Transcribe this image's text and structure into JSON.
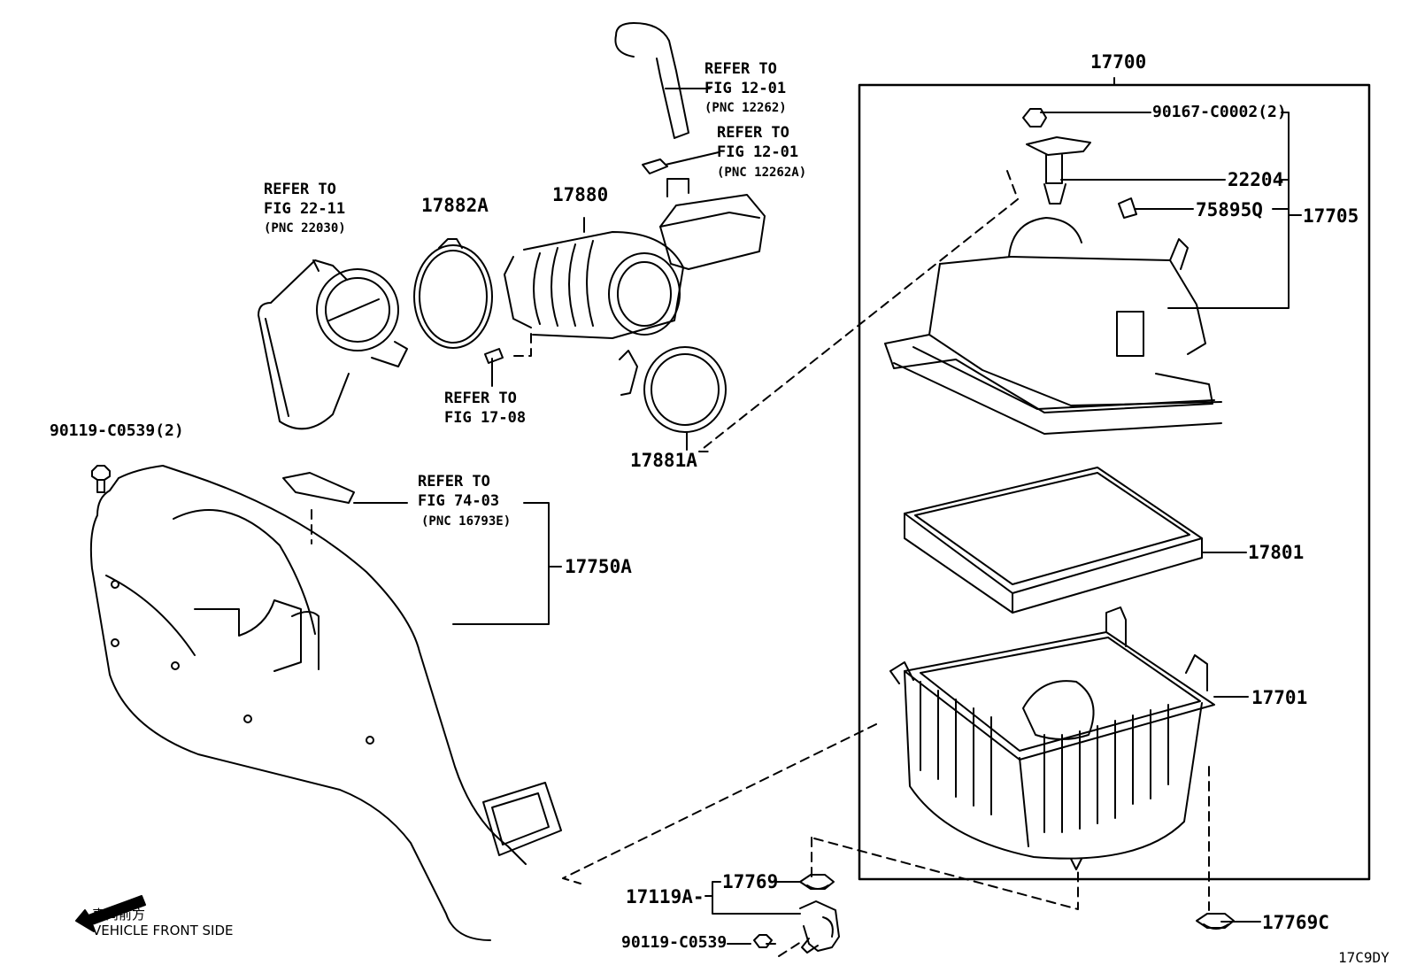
{
  "diagram": {
    "parts": {
      "p17700": "17700",
      "p90167": "90167-C0002(2)",
      "p22204": "22204",
      "p758950": "75895Q",
      "p17705": "17705",
      "p17801": "17801",
      "p17701": "17701",
      "p17769c": "17769C",
      "p17769": "17769",
      "p17119a": "17119A-",
      "p90119b": "90119-C0539",
      "p90119a": "90119-C0539(2)",
      "p17750a": "17750A",
      "p17882a": "17882A",
      "p17880": "17880",
      "p17881a": "17881A"
    },
    "refs": {
      "r1": {
        "l1": "REFER TO",
        "l2": "FIG 12-01",
        "l3": "(PNC 12262)"
      },
      "r2": {
        "l1": "REFER TO",
        "l2": "FIG 12-01",
        "l3": "(PNC 12262A)"
      },
      "r3": {
        "l1": "REFER TO",
        "l2": "FIG 22-11",
        "l3": "(PNC 22030)"
      },
      "r4": {
        "l1": "REFER TO",
        "l2": "FIG 17-08"
      },
      "r5": {
        "l1": "REFER TO",
        "l2": "FIG 74-03",
        "l3": "(PNC 16793E)"
      }
    },
    "direction": {
      "jp": "車両前方",
      "en": "VEHICLE FRONT SIDE"
    },
    "figure_code": "17C9DY"
  }
}
